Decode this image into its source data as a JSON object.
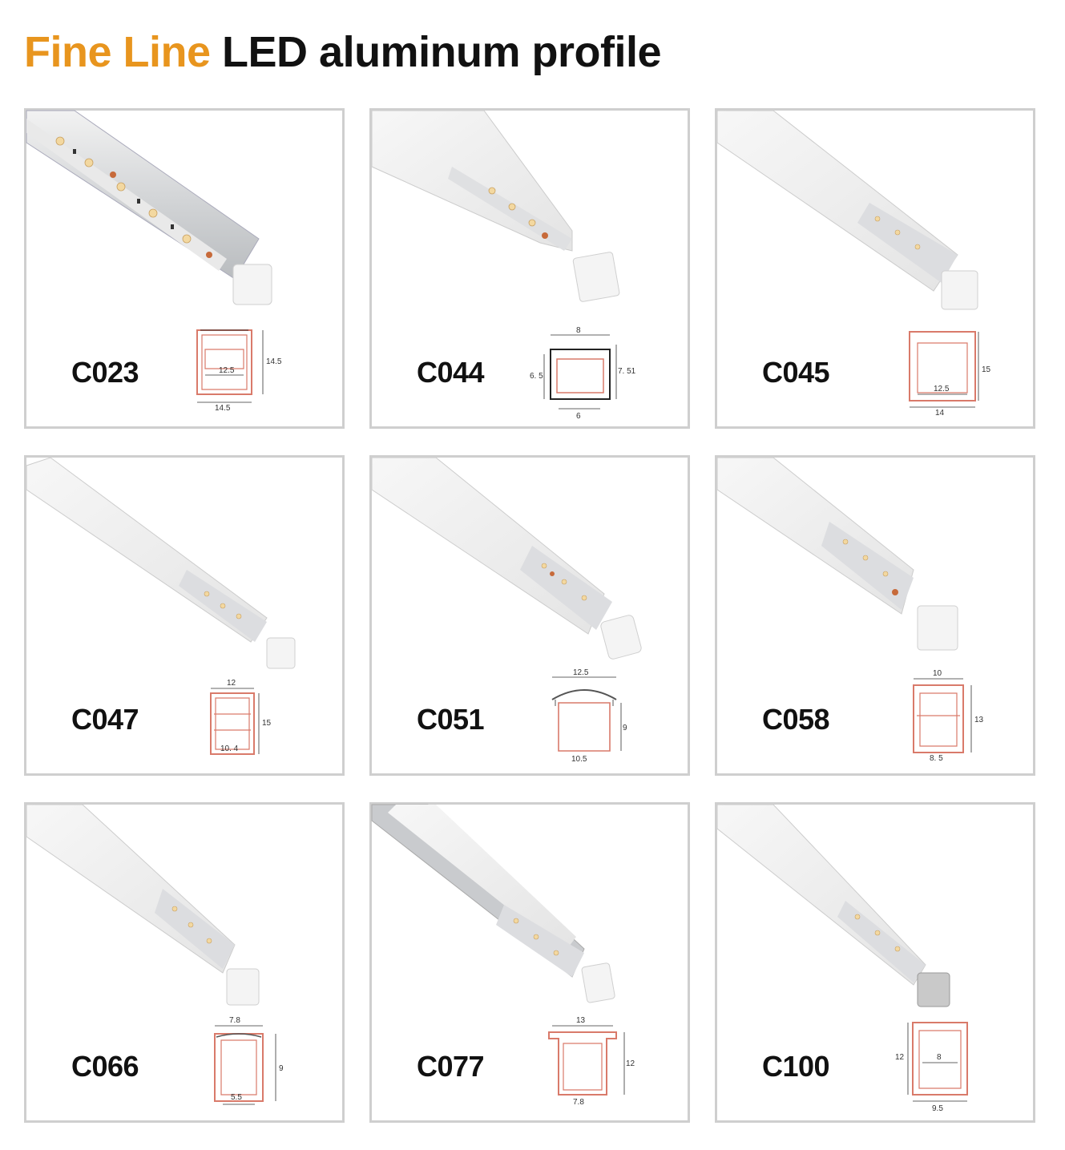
{
  "title": {
    "accent": "Fine Line",
    "rest": "LED aluminum profile",
    "accent_color": "#e8951e"
  },
  "products": [
    {
      "code": "C023",
      "dims": {
        "width": "14.5",
        "inner": "12.5",
        "height": "14.5"
      }
    },
    {
      "code": "C044",
      "dims": {
        "top": "8",
        "bottom": "6",
        "left": "6. 5",
        "right": "7. 51"
      }
    },
    {
      "code": "C045",
      "dims": {
        "width": "14",
        "inner": "12.5",
        "height": "15"
      }
    },
    {
      "code": "C047",
      "dims": {
        "top": "12",
        "bottom": "10. 4",
        "height": "15"
      }
    },
    {
      "code": "C051",
      "dims": {
        "top": "12.5",
        "bottom": "10.5",
        "height": "9"
      }
    },
    {
      "code": "C058",
      "dims": {
        "top": "10",
        "bottom": "8. 5",
        "height": "13"
      }
    },
    {
      "code": "C066",
      "dims": {
        "top": "7.8",
        "bottom": "5.5",
        "height": "9"
      }
    },
    {
      "code": "C077",
      "dims": {
        "top": "13",
        "bottom": "7.8",
        "height": "12"
      }
    },
    {
      "code": "C100",
      "dims": {
        "inner": "8",
        "bottom": "9.5",
        "height": "12"
      }
    }
  ]
}
